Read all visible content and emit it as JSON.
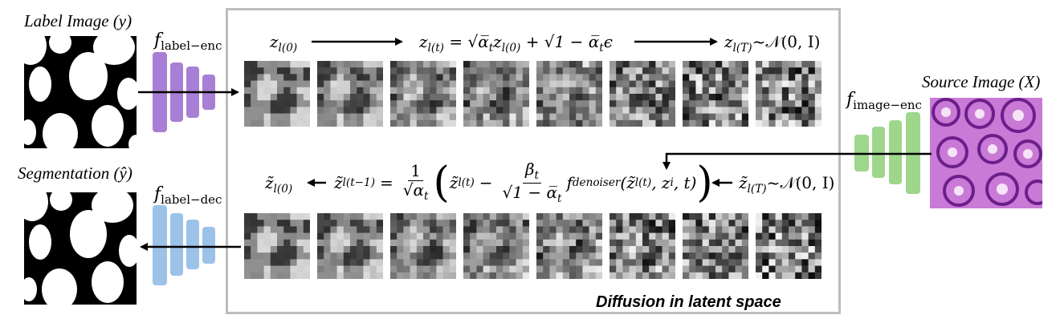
{
  "labels": {
    "label_image": "Label Image (y)",
    "segmentation": "Segmentation (ŷ)",
    "source_image": "Source Image (X)",
    "caption": "Diffusion in latent space"
  },
  "encoders": {
    "label_enc_f": "f",
    "label_enc_sub": "label−enc",
    "label_dec_f": "f",
    "label_dec_sub": "label−dec",
    "image_enc_f": "f",
    "image_enc_sub": "image−enc"
  },
  "forward_eq": {
    "z0": "z",
    "z0_sub": "l(0)",
    "zt": "z",
    "zt_sub": "l(t)",
    "eq_mid": "= √α̅",
    "eq_mid_sub": "t",
    "eq_z": "z",
    "eq_z_sub": "l(0)",
    "eq_tail": "+ √1 − α̅",
    "eq_tail_sub": "t",
    "eps": "ϵ",
    "zT": "z",
    "zT_sub": "l(T)",
    "dist": "~𝒩(0, I)"
  },
  "reverse_eq": {
    "z0": "z̃",
    "z0_sub": "l(0)",
    "zt1": "z̃",
    "zt1_sub": "l(t−1)",
    "eq": "=",
    "one": "1",
    "sqrt_alpha": "√α",
    "sqrt_alpha_sub": "t",
    "zt": "z̃",
    "zt_sub": "l(t)",
    "minus": "−",
    "beta": "β",
    "beta_sub": "t",
    "den2": "√1 − α̅",
    "den2_sub": "t",
    "fden": "f",
    "fden_sub": "denoiser",
    "args": "(z̃",
    "args_sub": "l(t)",
    "args2": ", z",
    "args2_sub": "i",
    "args3": ", t)",
    "zT": "z̃",
    "zT_sub": "l(T)",
    "dist": "~𝒩(0, I)"
  },
  "colors": {
    "frame": "#bdbdbd",
    "label_encoder": "#a87fd4",
    "label_decoder": "#9cc2e8",
    "image_encoder": "#9ed68c",
    "tissue": "#b25cc8"
  }
}
